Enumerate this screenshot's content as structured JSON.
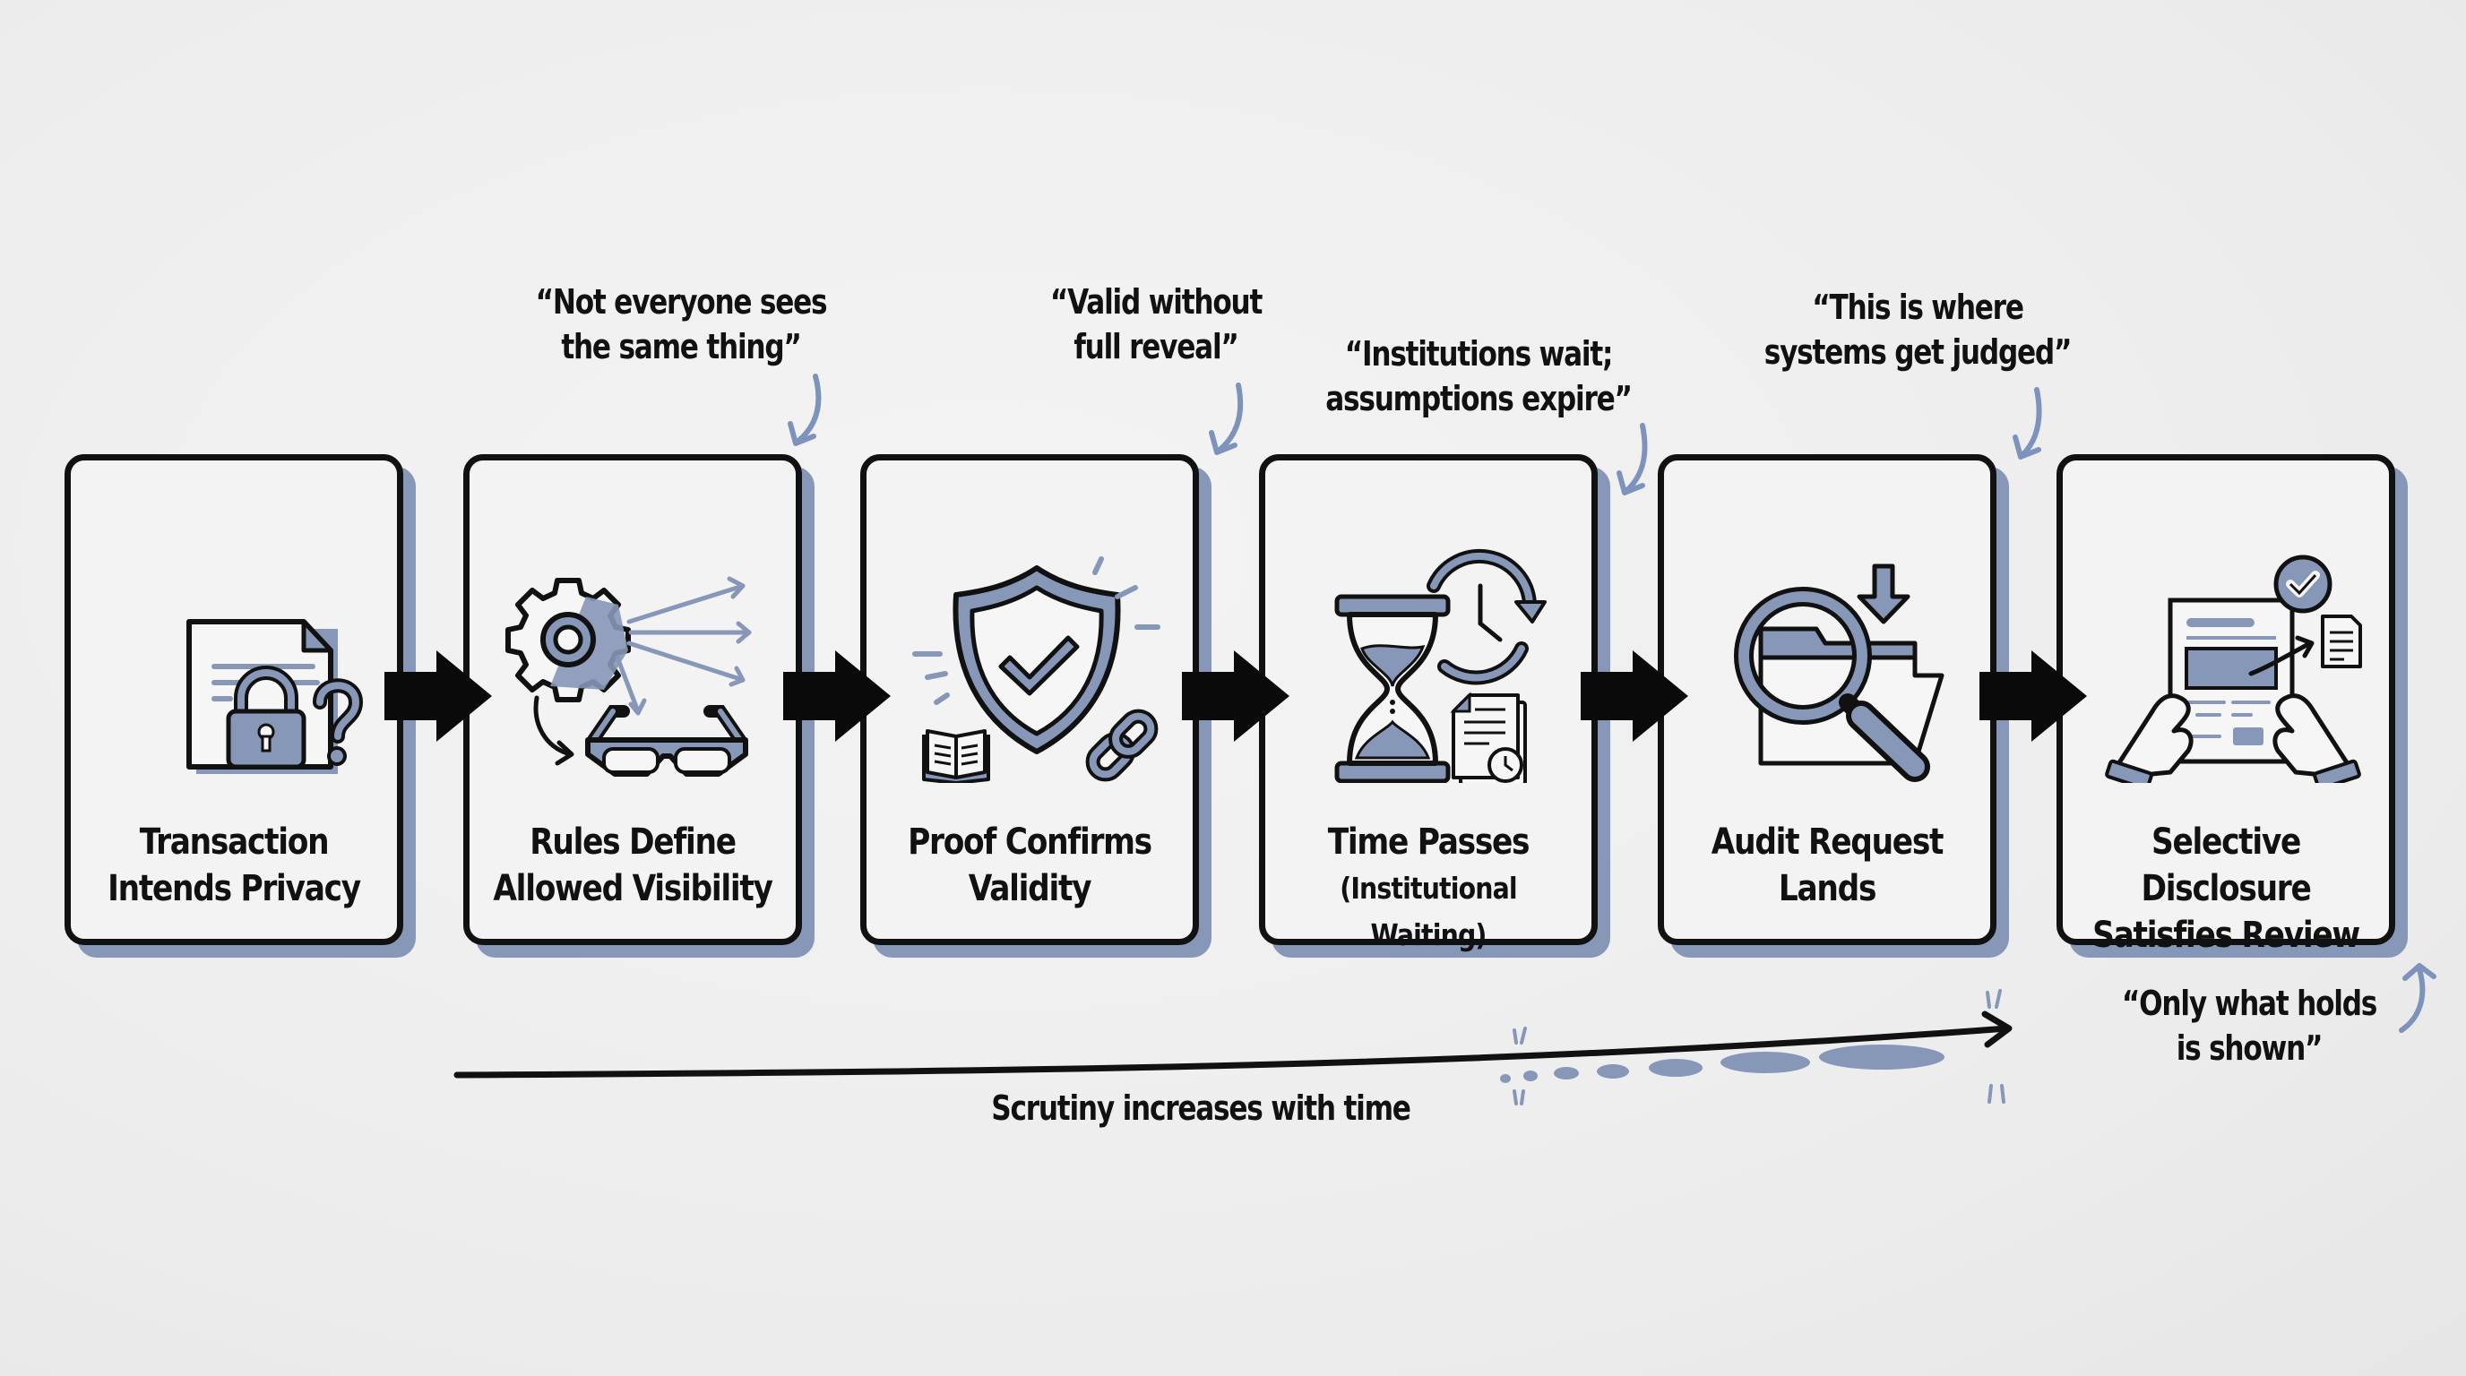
{
  "colors": {
    "ink": "#111111",
    "accent": "#8797b8",
    "accent_dark": "#6f82a8",
    "background": "#efefef"
  },
  "steps": [
    {
      "title_line1": "Transaction",
      "title_line2": "Intends Privacy",
      "icon": "locked-document-question-icon"
    },
    {
      "title_line1": "Rules Define",
      "title_line2": "Allowed Visibility",
      "icon": "gear-glasses-icon"
    },
    {
      "title_line1": "Proof Confirms",
      "title_line2": "Validity",
      "icon": "shield-check-icon"
    },
    {
      "title_line1": "Time Passes",
      "title_line2": "(Institutional Waiting)",
      "icon": "hourglass-clock-icon"
    },
    {
      "title_line1": "Audit Request",
      "title_line2": "Lands",
      "icon": "magnifier-folder-icon"
    },
    {
      "title_line1": "Selective Disclosure",
      "title_line2": "Satisfies Review",
      "icon": "hands-document-check-icon"
    }
  ],
  "quotes": [
    {
      "line1": "“Not everyone sees",
      "line2": "the same thing”"
    },
    {
      "line1": "“Valid without",
      "line2": "full reveal”"
    },
    {
      "line1": "“Institutions wait;",
      "line2": "assumptions expire”"
    },
    {
      "line1": "“This is where",
      "line2": "systems get judged”"
    },
    {
      "line1": "“Only what holds",
      "line2": "is shown”"
    }
  ],
  "timeline": {
    "label": "Scrutiny increases with time"
  }
}
